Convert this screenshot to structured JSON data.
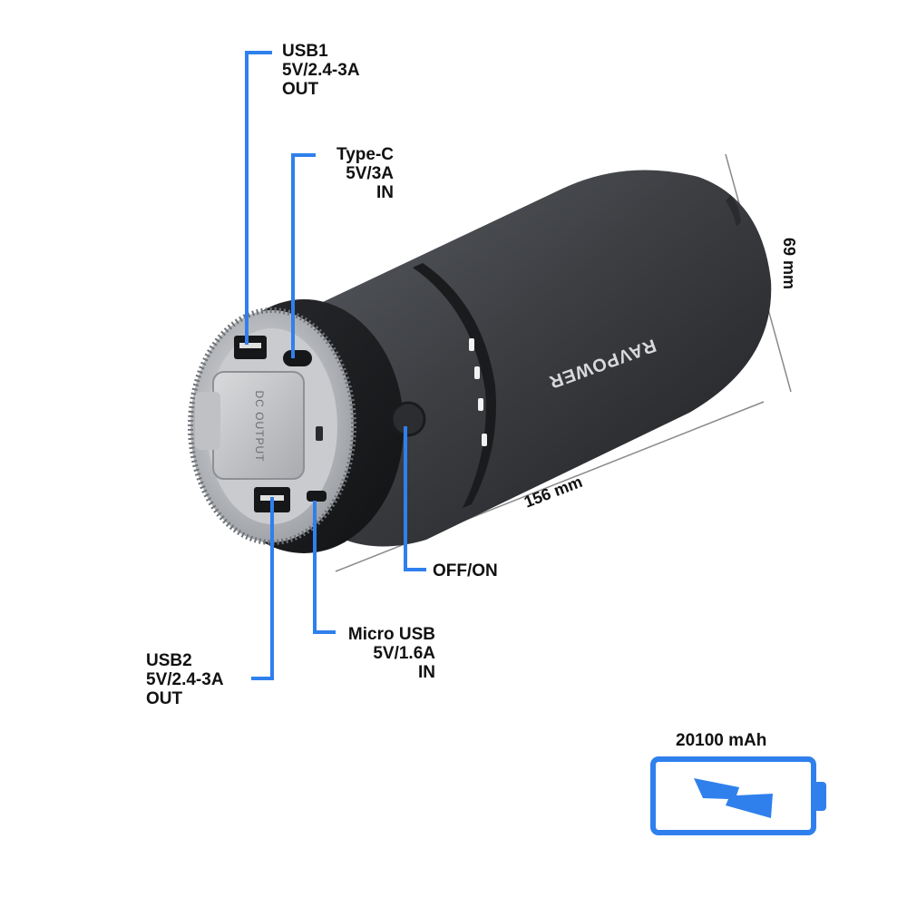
{
  "callouts": {
    "usb1": {
      "name": "USB1",
      "spec": "5V/2.4-3A",
      "direction": "OUT"
    },
    "type_c": {
      "name": "Type-C",
      "spec": "5V/3A",
      "direction": "IN"
    },
    "usb2": {
      "name": "USB2",
      "spec": "5V/2.4-3A",
      "direction": "OUT"
    },
    "micro_usb": {
      "name": "Micro USB",
      "spec": "5V/1.6A",
      "direction": "IN"
    },
    "power_button": {
      "label": "OFF/ON"
    }
  },
  "dimensions": {
    "length": "156 mm",
    "diameter": "69 mm"
  },
  "capacity": {
    "label": "20100 mAh"
  },
  "product": {
    "brand": "RAVPOWER",
    "cover_text": "DC OUTPUT",
    "led_count": 4
  },
  "colors": {
    "callout_line": "#2f80ed",
    "battery_icon": "#2f80ed",
    "body": "#3a3c40",
    "dimension_line": "#8a8a8a"
  }
}
